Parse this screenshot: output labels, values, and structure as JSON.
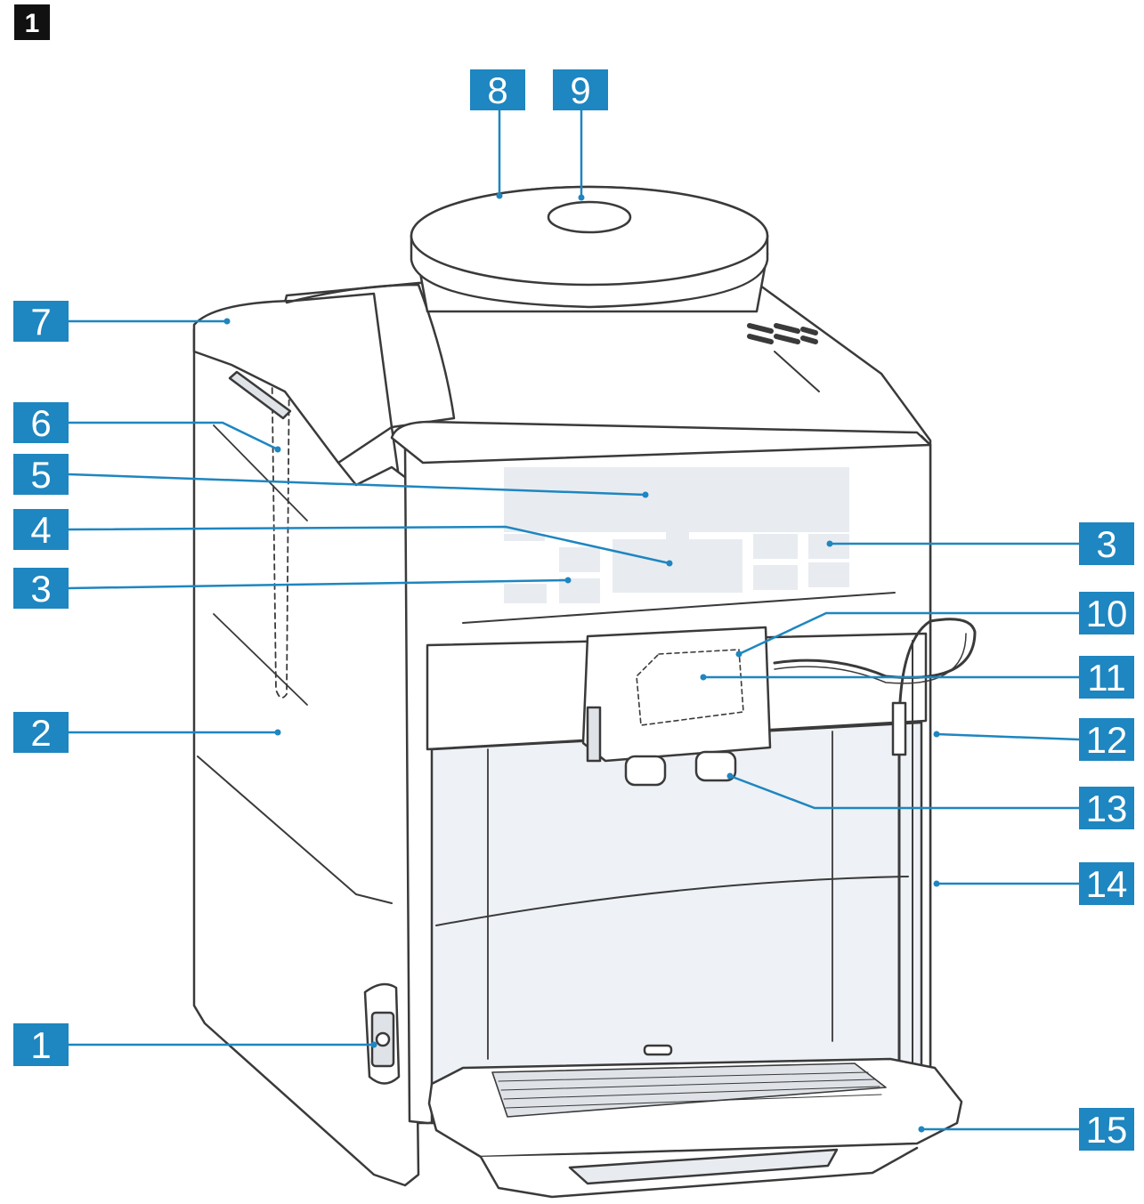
{
  "figure": {
    "number": "1"
  },
  "colors": {
    "callout_fill": "#1e86c0",
    "callout_text": "#ffffff",
    "leader_line": "#1e86c0",
    "outline": "#3a3a3a",
    "body_fill": "#ffffff",
    "shade": "#eef1f5",
    "figure_badge_fill": "#111111"
  },
  "callouts": [
    {
      "id": "c1",
      "label": "1"
    },
    {
      "id": "c2",
      "label": "2"
    },
    {
      "id": "c3a",
      "label": "3"
    },
    {
      "id": "c3b",
      "label": "3"
    },
    {
      "id": "c4",
      "label": "4"
    },
    {
      "id": "c5",
      "label": "5"
    },
    {
      "id": "c6",
      "label": "6"
    },
    {
      "id": "c7",
      "label": "7"
    },
    {
      "id": "c8",
      "label": "8"
    },
    {
      "id": "c9",
      "label": "9"
    },
    {
      "id": "c10",
      "label": "10"
    },
    {
      "id": "c11",
      "label": "11"
    },
    {
      "id": "c12",
      "label": "12"
    },
    {
      "id": "c13",
      "label": "13"
    },
    {
      "id": "c14",
      "label": "14"
    },
    {
      "id": "c15",
      "label": "15"
    }
  ]
}
